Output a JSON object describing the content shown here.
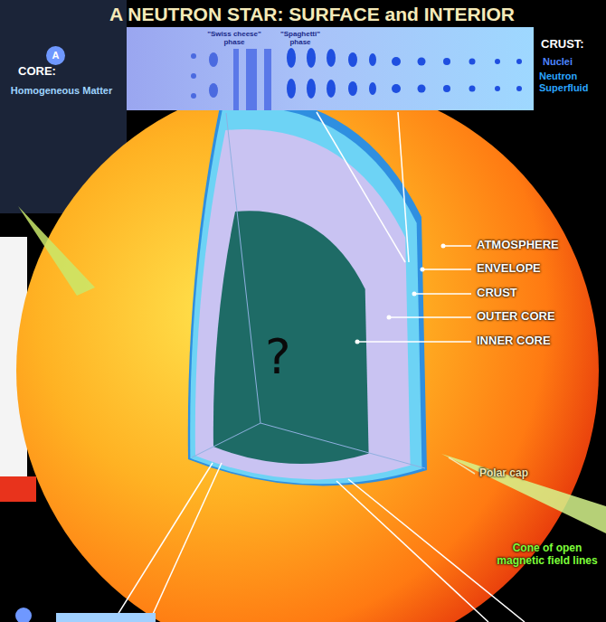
{
  "diagram": {
    "title": "A NEUTRON STAR: SURFACE and INTERIOR",
    "nodes": [
      {
        "text": [
          "A"
        ]
      }
    ],
    "labels": [
      "CORE:",
      "Homogeneous Matter",
      "\"Swiss cheese\" phase",
      "\"Spaghetti\" phase",
      "CRUST:",
      "Nuclei",
      "Neutron Superfluid",
      "ATMOSPHERE",
      "ENVELOPE",
      "CRUST",
      "OUTER CORE",
      "INNER CORE",
      "?",
      "Polar cap",
      "Cone of open magnetic field lines"
    ]
  }
}
